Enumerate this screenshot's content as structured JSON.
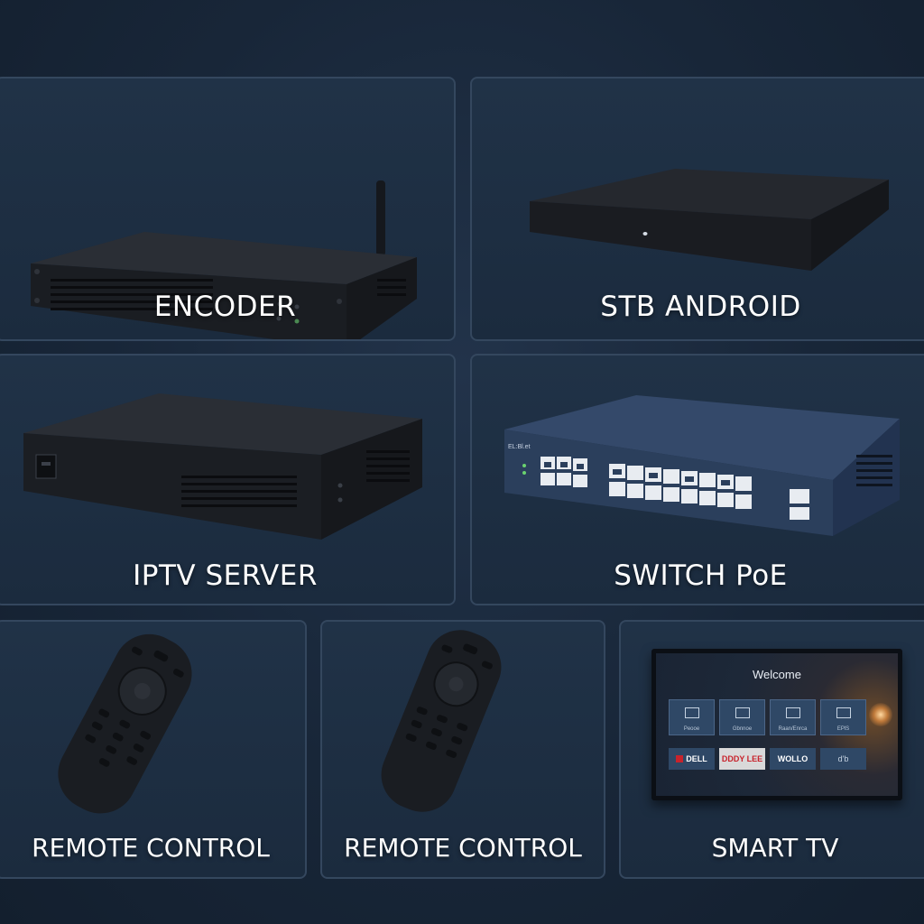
{
  "cards": {
    "encoder": {
      "label": "ENCODER"
    },
    "stb_android": {
      "label": "STB ANDROID"
    },
    "iptv_server": {
      "label": "IPTV SERVER"
    },
    "switch_poe": {
      "label": "SWITCH PoE"
    },
    "remote_control_1": {
      "label": "REMOTE CONTROL"
    },
    "remote_control_2": {
      "label": "REMOTE CONTROL"
    },
    "smart_tv": {
      "label": "SMART TV"
    }
  },
  "tv_screen": {
    "welcome": "Welcome",
    "tiles": [
      {
        "label": "Рeooe"
      },
      {
        "label": "Gbnnoe"
      },
      {
        "label": "Raan/Enrca"
      },
      {
        "label": "EPlS"
      }
    ],
    "apps": [
      {
        "label": "DELL",
        "color": "#c8232c"
      },
      {
        "label": "DDDY LEE",
        "color": "#d9d9d9"
      },
      {
        "label": "WOLLO",
        "color": "#2f4866"
      },
      {
        "label": "d'b",
        "color": "#2f4866"
      }
    ]
  },
  "switch_labels": {
    "brand": "EL:Bl.et"
  },
  "colors": {
    "background": "#182638",
    "card": "#1e2f43",
    "card_border": "#34475e",
    "device": "#1b1e24",
    "switch_body": "#2b3f5c"
  }
}
